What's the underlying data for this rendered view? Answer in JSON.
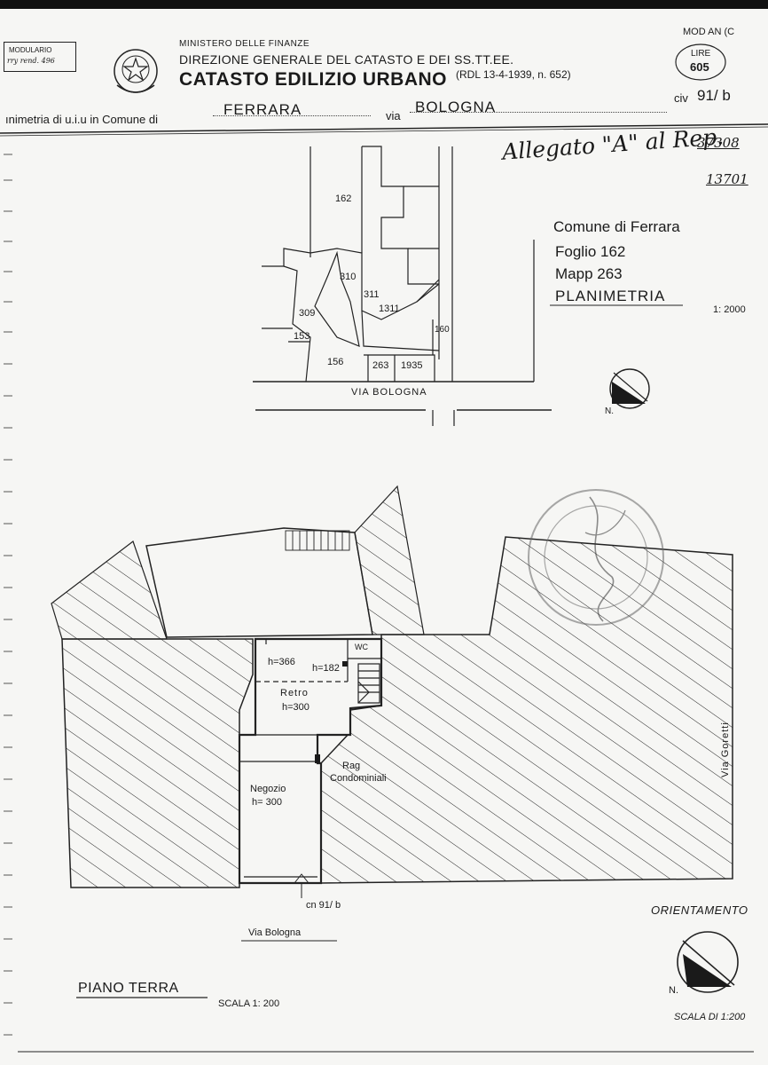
{
  "header": {
    "modulario_line1": "MODULARIO",
    "modulario_line2": "rry rend. 496",
    "ministry": "MINISTERO DELLE FINANZE",
    "direction": "DIREZIONE GENERALE DEL CATASTO E DEI SS.TT.EE.",
    "title": "CATASTO EDILIZIO URBANO",
    "law": "(RDL 13-4-1939, n. 652)",
    "mod": "MOD AN (C",
    "lire_label": "LIRE",
    "lire_value": "605",
    "line_prefix": "ınimetria di u.i.u  in Comune di",
    "comune_value": "FERRARA",
    "via_label": "via",
    "via_value": "BOLOGNA",
    "civ_label": "civ",
    "civ_value": "91/ b"
  },
  "annotation": {
    "handwritten": "Allegato \"A\" al Rep.",
    "rep_number": "37308",
    "rep_number2": "13701"
  },
  "location_info": {
    "comune": "Comune di Ferrara",
    "foglio": "Foglio 162",
    "mapp": "Mapp  263",
    "planimetria": "PLANIMETRIA",
    "scale": "1: 2000"
  },
  "site_plan": {
    "labels": [
      "162",
      "310",
      "311",
      "1311",
      "309",
      "153",
      "156",
      "263",
      "1935",
      "160"
    ],
    "street": "VIA    BOLOGNA",
    "north": "N."
  },
  "floor_plan": {
    "h366": "h=366",
    "h182": "h=182",
    "wc": "WC",
    "retro": "Retro",
    "retro_h": "h=300",
    "rag": "Rag",
    "condominiali": "Condominiali",
    "negozio": "Negozio",
    "negozio_h": "h= 300",
    "civic": "cn 91/ b",
    "via_goretti": "Via   Goretti",
    "via_bologna": "Via    Bologna"
  },
  "footer": {
    "orientamento": "ORIENTAMENTO",
    "north": "N.",
    "piano": "PIANO   TERRA",
    "scala_left": "SCALA  1: 200",
    "scala_right": "SCALA DI 1:200"
  },
  "colors": {
    "ink": "#1a1a1a",
    "paper": "#f6f6f4",
    "stamp": "#8a8a8a"
  }
}
